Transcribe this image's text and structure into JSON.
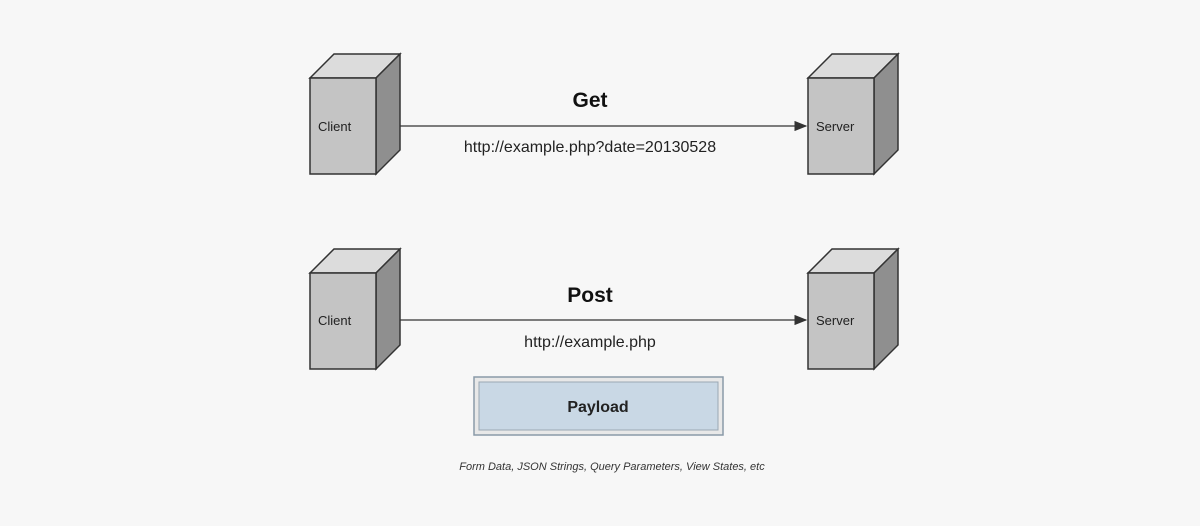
{
  "get_flow": {
    "method": "Get",
    "client_label": "Client",
    "server_label": "Server",
    "url": "http://example.php?date=20130528"
  },
  "post_flow": {
    "method": "Post",
    "client_label": "Client",
    "server_label": "Server",
    "url": "http://example.php"
  },
  "payload": {
    "label": "Payload",
    "caption": "Form Data, JSON Strings, Query Parameters, View States, etc"
  },
  "colors": {
    "box_front": "#c4c4c4",
    "box_top": "#dcdcdc",
    "box_side": "#8f8f8f",
    "payload_fill": "#c9d8e5",
    "payload_border": "#8a9aa8"
  }
}
